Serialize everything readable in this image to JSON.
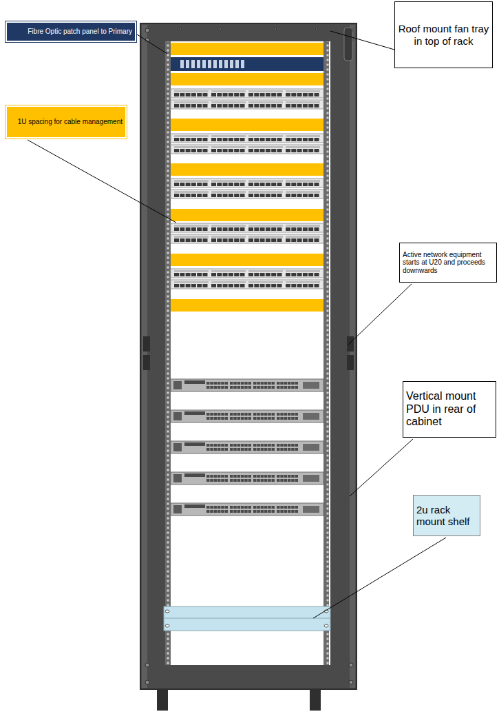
{
  "diagram": {
    "nodes": [
      {
        "text": [
          "Fibre Optic patch panel to Primary"
        ]
      },
      {
        "text": [
          "Roof mount fan tray in top of rack"
        ]
      },
      {
        "text": [
          "1U spacing for cable management"
        ]
      },
      {
        "text": [
          "Active network equipment starts at U20 and proceeds downwards"
        ]
      },
      {
        "text": [
          "Vertical mount PDU in rear of cabinet"
        ]
      },
      {
        "text": [
          "2u rack mount shelf"
        ]
      }
    ]
  }
}
